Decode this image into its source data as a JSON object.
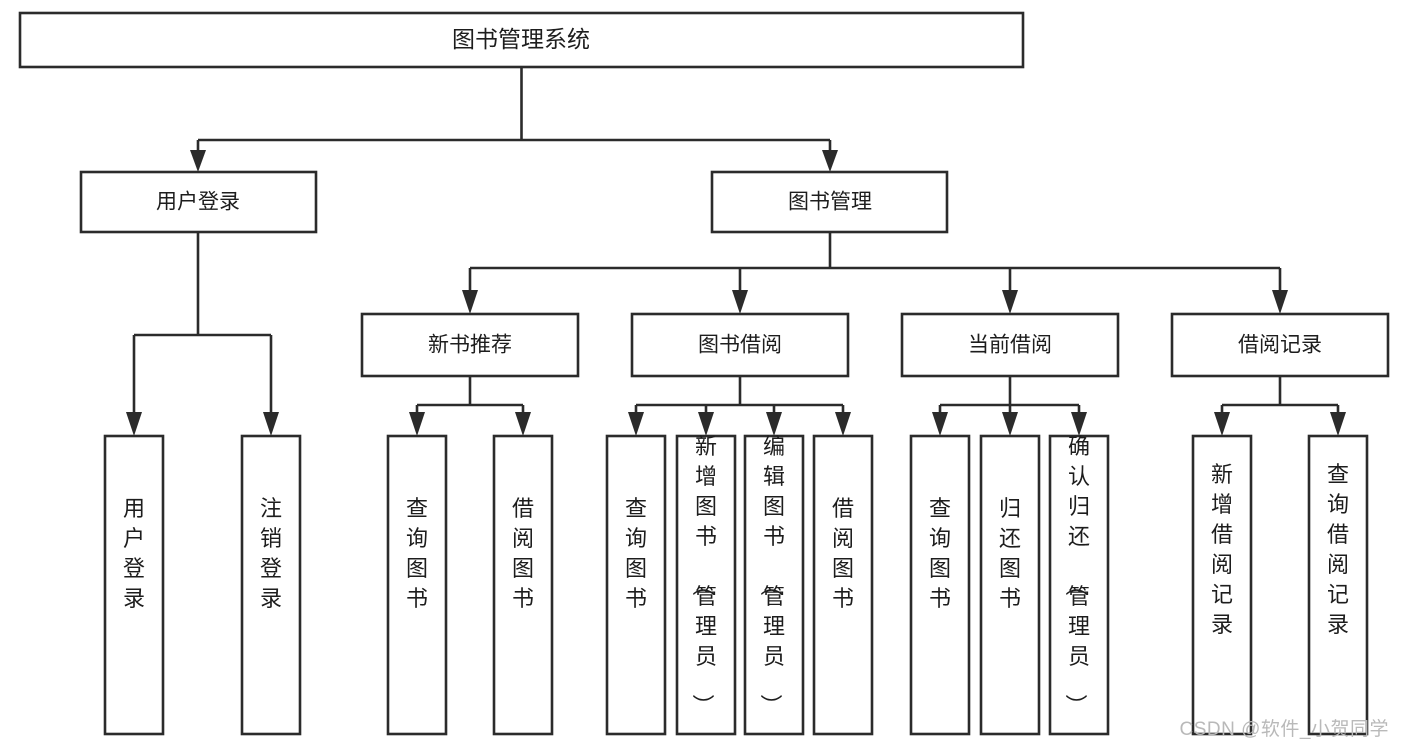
{
  "diagram": {
    "type": "tree-hierarchy",
    "title": "图书管理系统",
    "watermark": "CSDN @软件_小贺同学",
    "root": {
      "id": "root",
      "label": "图书管理系统"
    },
    "level2": [
      {
        "id": "user-login",
        "label": "用户登录"
      },
      {
        "id": "book-manage",
        "label": "图书管理"
      }
    ],
    "level3": [
      {
        "id": "new-book-recommend",
        "label": "新书推荐",
        "parent": "book-manage"
      },
      {
        "id": "book-borrow",
        "label": "图书借阅",
        "parent": "book-manage"
      },
      {
        "id": "current-borrow",
        "label": "当前借阅",
        "parent": "book-manage"
      },
      {
        "id": "borrow-record",
        "label": "借阅记录",
        "parent": "book-manage"
      }
    ],
    "leaves": {
      "user-login": [
        {
          "id": "leaf-user-login",
          "label": "用户登录"
        },
        {
          "id": "leaf-user-logout",
          "label": "注销登录"
        }
      ],
      "new-book-recommend": [
        {
          "id": "leaf-query-book-1",
          "label": "查询图书"
        },
        {
          "id": "leaf-borrow-book-1",
          "label": "借阅图书"
        }
      ],
      "book-borrow": [
        {
          "id": "leaf-query-book-2",
          "label": "查询图书"
        },
        {
          "id": "leaf-add-book",
          "label": "新增图书（管理员）"
        },
        {
          "id": "leaf-edit-book",
          "label": "编辑图书（管理员）"
        },
        {
          "id": "leaf-borrow-book-2",
          "label": "借阅图书"
        }
      ],
      "current-borrow": [
        {
          "id": "leaf-query-book-3",
          "label": "查询图书"
        },
        {
          "id": "leaf-return-book",
          "label": "归还图书"
        },
        {
          "id": "leaf-confirm-return",
          "label": "确认归还（管理员）"
        }
      ],
      "borrow-record": [
        {
          "id": "leaf-add-record",
          "label": "新增借阅记录"
        },
        {
          "id": "leaf-query-record",
          "label": "查询借阅记录"
        }
      ]
    },
    "colors": {
      "stroke": "#2b2b2b",
      "fill": "#ffffff",
      "text": "#1d1d1d",
      "watermark": "#b9b9b9"
    }
  }
}
